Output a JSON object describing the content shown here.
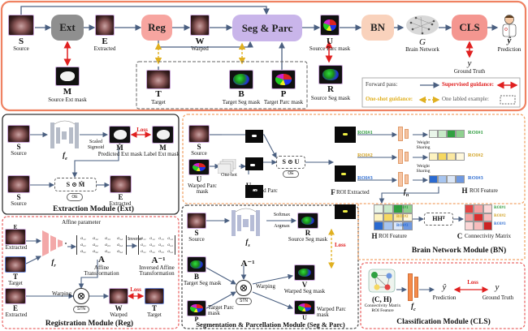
{
  "top": {
    "modules": {
      "ext": "Ext",
      "reg": "Reg",
      "seg": "Seg & Parc",
      "bn": "BN",
      "cls": "CLS"
    },
    "symbols": {
      "S": "S",
      "E": "E",
      "W": "W",
      "U": "U",
      "G": "G",
      "yhat": "ŷ",
      "M": "M",
      "T": "T",
      "B": "B",
      "P": "P",
      "R": "R",
      "y": "y"
    },
    "labels": {
      "source": "Source",
      "extracted": "Extracted",
      "warped": "Warped",
      "source_parc_mask": "Source Parc mask",
      "brain_network": "Brain Network",
      "prediction": "Prediction",
      "source_ext_mask": "Source Ext mask",
      "target": "Target",
      "target_seg_mask": "Target Seg mask",
      "target_parc_mask": "Target Parc mask",
      "source_seg_mask": "Source Seg mask",
      "ground_truth": "Ground Truth"
    },
    "legend": {
      "forward": "Forward pass:",
      "supervised": "Supervised guidance:",
      "oneshot": "One-shot guidance:",
      "labeled": "One labled example:"
    }
  },
  "ext_module": {
    "title": "Extraction Module (Ext)",
    "S": "S",
    "source": "Source",
    "fe": "f",
    "fe_sub": "e",
    "scaled": "Scaled",
    "sigmoid": "Sigmoid",
    "Mhat": "M̂",
    "pred_mask": "Predicted Ext mask",
    "loss": "Loss",
    "M": "M",
    "label_mask": "Label Ext mask",
    "S2": "S",
    "source2": "Source",
    "formula": "S ⊙ M̂",
    "op": "OE",
    "E": "E",
    "extracted": "Extracted"
  },
  "reg_module": {
    "title": "Registration Module (Reg)",
    "E": "E",
    "extracted": "Extracted",
    "T": "T",
    "target": "Target",
    "fr": "f",
    "fr_sub": "r",
    "affine_param": "Affine parameter",
    "A": "A",
    "affine_tf": "Affine Transformation",
    "inverse": "Inverse",
    "Ainv": "A⁻¹",
    "inv_tf": "Inversed Affine Transformation",
    "E2": "E",
    "extracted2": "Extracted",
    "warping": "Warping",
    "stn": "STN",
    "W": "W",
    "warped": "Warped",
    "loss": "Loss",
    "T2": "T",
    "target2": "Target",
    "matrix_cells": [
      "a₁₁",
      "a₁₂",
      "a₁₃",
      "a₁₄",
      "a₂₁",
      "a₂₂",
      "a₂₃",
      "a₂₄",
      "a₃₁",
      "a₃₂",
      "a₃₃",
      "a₃₄"
    ]
  },
  "seg_module": {
    "title": "Segmentation & Parcellation Module (Seg & Parc)",
    "S": "S",
    "source": "Source",
    "fs": "f",
    "fs_sub": "s",
    "softmax": "Softmax",
    "argmax": "Argmax",
    "R": "R",
    "source_seg": "Source Seg mask",
    "loss": "Loss",
    "B": "B",
    "target_seg": "Target Seg mask",
    "Ainv": "A⁻¹",
    "warping": "Warping",
    "stn": "STN",
    "V": "V",
    "warped_seg": "Warped Seg mask",
    "P": "P",
    "target_parc": "Target Parc mask",
    "U": "U",
    "warped_parc": "Warped Parc mask"
  },
  "bn_module": {
    "title": "Brain Network Module (BN)",
    "S": "S",
    "source": "Source",
    "U": "U",
    "warped_parc": "Warped Parc mask",
    "onehot": "One-hot",
    "formula": "S ⊙ U",
    "op": "OE",
    "U2": "U",
    "warped_parc2": "Warped Parc mask",
    "F": "F",
    "roi_extracted": "ROI Extracted",
    "roi1": "ROI#1",
    "roi2": "ROI#2",
    "roi3": "ROI#3",
    "weight_sharing": "Weight Sharing",
    "fn": "f",
    "fn_sub": "n",
    "H": "H",
    "roi_feature": "ROI Feature",
    "HHT": "HHᵀ",
    "H2": "H",
    "roi_feature2": "ROI Feature",
    "C": "C",
    "conn_matrix": "Connectivity Matrix",
    "grid_rows": [
      "ROI#1",
      "ROI#2",
      "ROI#3"
    ],
    "grid_cols": [
      "ROI#1",
      "ROI#2",
      "ROI#3"
    ]
  },
  "cls_module": {
    "title": "Classification Module (CLS)",
    "CH": "(C, H)",
    "conn": "Connectivity Matrix",
    "roi": "ROI Feature",
    "fc": "f",
    "fc_sub": "c",
    "yhat": "ŷ",
    "prediction": "Prediction",
    "loss": "Loss",
    "y": "y",
    "ground_truth": "Ground Truth"
  },
  "colors": {
    "top_border": "#ef8262",
    "ext_border": "#333333",
    "reg_border": "#ea6a6a",
    "seg_border": "#555555",
    "bn_border": "#f2a56a",
    "cls_border": "#ea6a6a",
    "ext_mod": "#8f8f8f",
    "reg_mod": "#f7a5a0",
    "seg_mod": "#c9b5ea",
    "bn_mod": "#f9d2bc",
    "cls_mod": "#f49690",
    "forward": "#4a5f80",
    "supervised": "#e02020",
    "oneshot": "#e0b020",
    "loss": "#e02020"
  }
}
